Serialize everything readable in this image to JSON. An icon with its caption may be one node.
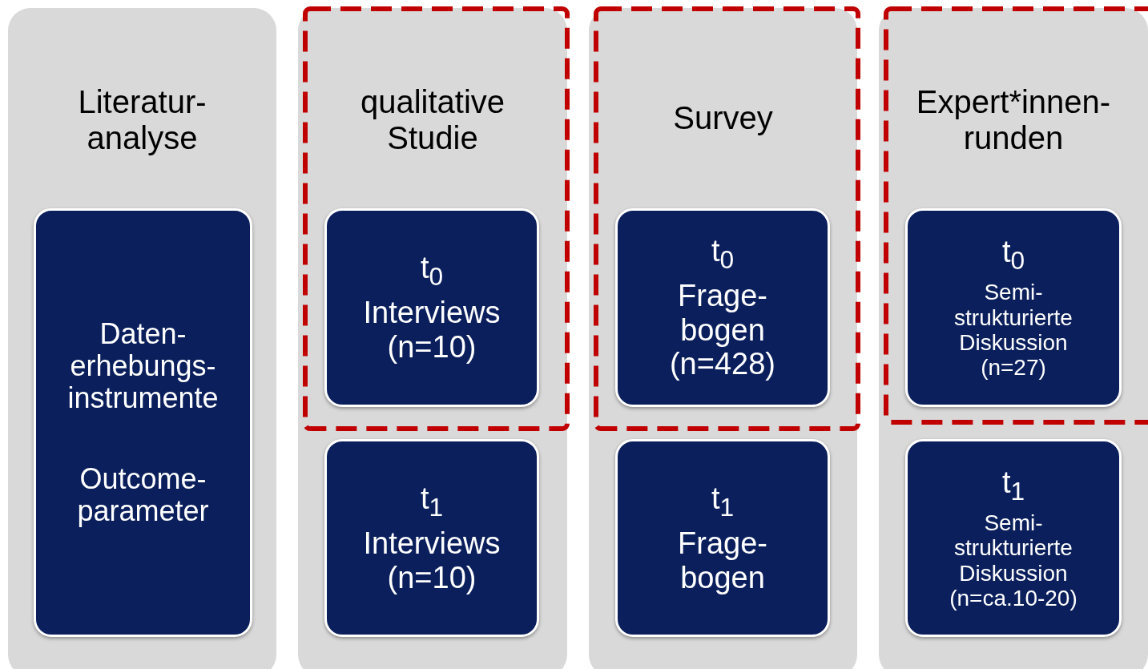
{
  "diagram": {
    "nodes": [
      {
        "text": [
          "Literatur- analyse"
        ]
      },
      {
        "text": [
          "Daten- erhebungs- instrumente",
          "Outcome- parameter"
        ],
        "in": 0
      },
      {
        "text": [
          "qualitative Studie"
        ]
      },
      {
        "text": [
          "t$_{0}$",
          "Interviews (n=10)"
        ],
        "in": 2
      },
      {
        "text": [
          "t$_{1}$",
          "Interviews (n=10)"
        ],
        "in": 2
      },
      {
        "text": [
          "Survey"
        ]
      },
      {
        "text": [
          "t$_{0}$",
          "Frage- bogen (n=428)"
        ],
        "in": 5
      },
      {
        "text": [
          "t$_{1}$",
          "Frage- bogen"
        ],
        "in": 5
      },
      {
        "text": [
          "Expert*innen- runden"
        ]
      },
      {
        "text": [
          "t$_{0}$",
          "Semi- strukturierte Diskussion (n=27)"
        ],
        "in": 8
      },
      {
        "text": [
          "t$_{1}$",
          "Semi- strukturierte Diskussion (n=ca.10-20)"
        ],
        "in": 8
      }
    ]
  }
}
